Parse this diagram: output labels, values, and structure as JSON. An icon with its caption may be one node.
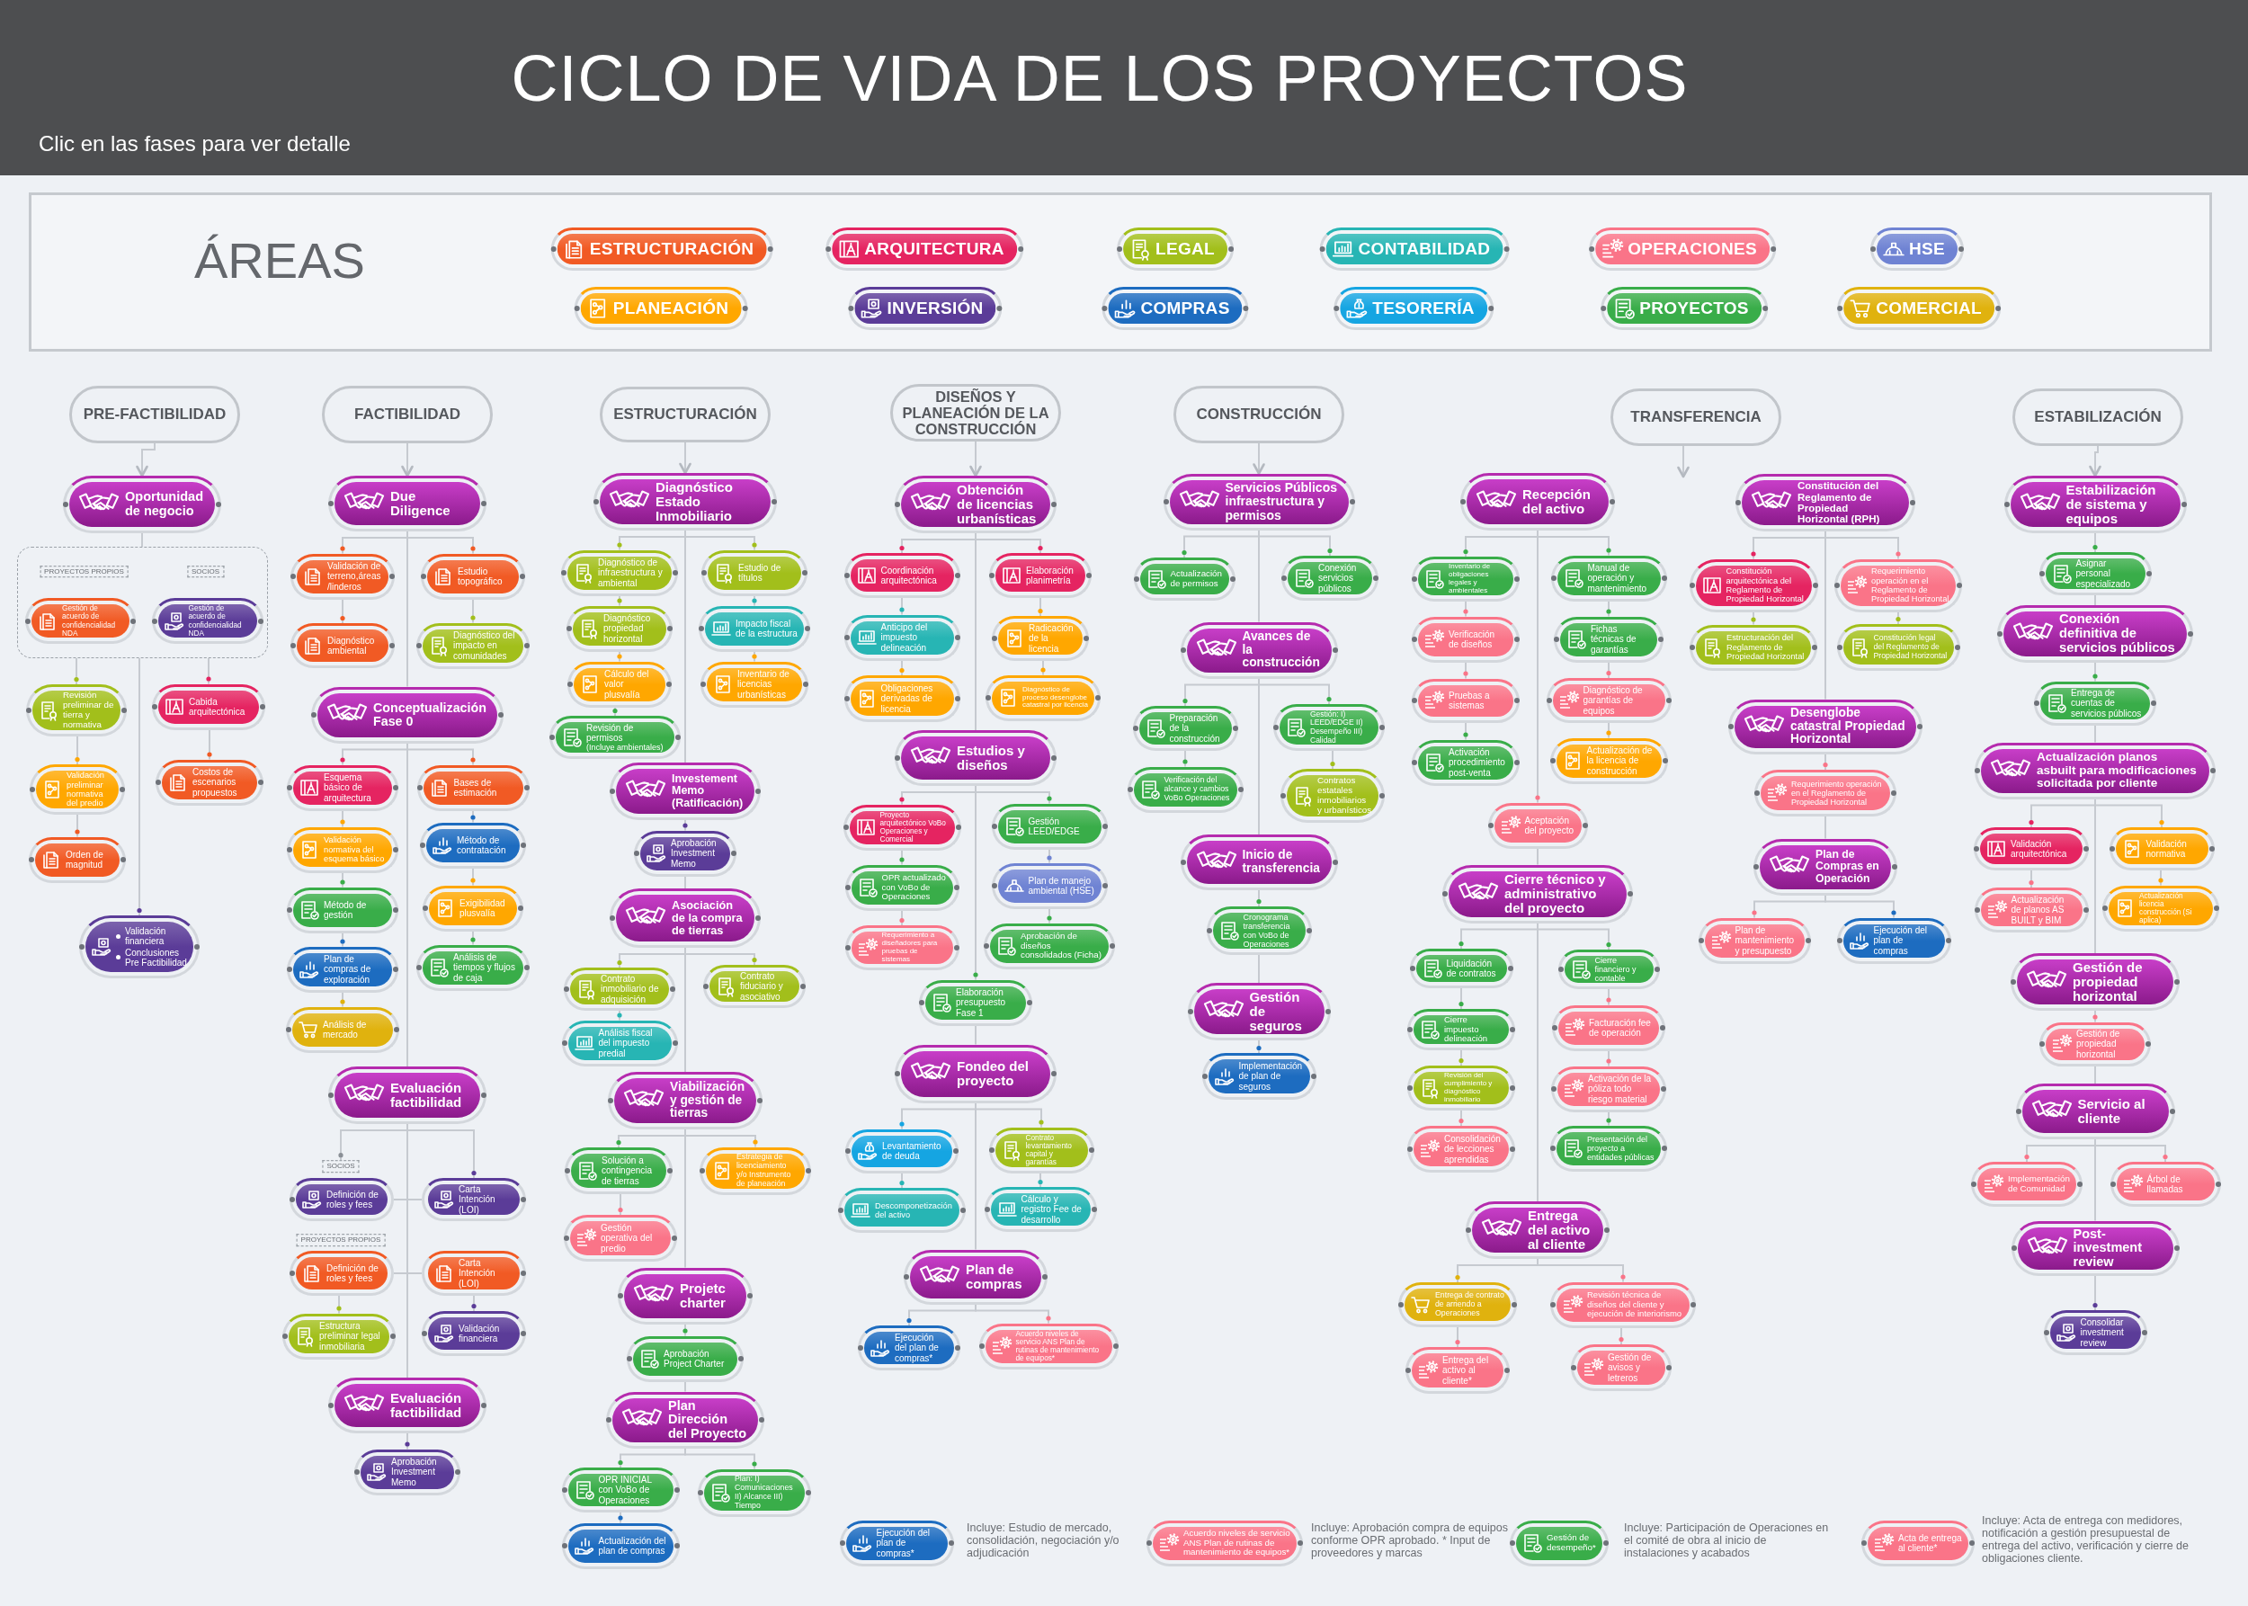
{
  "diagram": {
    "title": "CICLO DE VIDA DE LOS PROYECTOS",
    "nodes": [
      {
        "text": [
          "PRE-FACTIBILIDAD"
        ]
      },
      {
        "text": [
          "Oportunidad de negocio"
        ]
      },
      {
        "text": [],
        "shape": "box"
      },
      {
        "text": [
          "PROYECTOS PROPIOS"
        ],
        "in": 2
      },
      {
        "text": [
          "SOCIOS"
        ],
        "in": 2
      },
      {
        "text": [
          "Gestión de acuerdo de confidencialidad NDA"
        ],
        "in": 2
      },
      {
        "text": [
          "Gestión de acuerdo de confidencialidad NDA"
        ],
        "in": 2
      },
      {
        "text": [
          "Revisión preliminar de tierra y normativa"
        ]
      },
      {
        "text": [
          "Validación preliminar normativa del predio"
        ]
      },
      {
        "text": [
          "Orden de magnitud"
        ]
      },
      {
        "text": [
          "Cabida arquitectónica"
        ]
      },
      {
        "text": [
          "Costos de escenarios propuestos"
        ]
      },
      {
        "text": [
          "Validación financiera",
          "Conclusiones Pre Factibilidad"
        ]
      },
      {
        "text": [
          "FACTIBILIDAD"
        ]
      },
      {
        "text": [
          "Due Diligence"
        ]
      },
      {
        "text": [
          "Validación de terreno,áreas /linderos"
        ]
      },
      {
        "text": [
          "Diagnóstico ambiental"
        ]
      },
      {
        "text": [
          "Estudio topográfico"
        ]
      },
      {
        "text": [
          "Diagnóstico del impacto en comunidades"
        ]
      },
      {
        "text": [
          "Conceptualización Fase 0"
        ]
      },
      {
        "text": [
          "Esquema básico de arquitectura"
        ]
      },
      {
        "text": [
          "Validación normativa del esquema básico"
        ]
      },
      {
        "text": [
          "Método de gestión"
        ]
      },
      {
        "text": [
          "Plan de compras de exploración"
        ]
      },
      {
        "text": [
          "Análisis de mercado"
        ]
      },
      {
        "text": [
          "Bases de estimación"
        ]
      },
      {
        "text": [
          "Método de contratación"
        ]
      },
      {
        "text": [
          "Exigibilidad plusvalía"
        ]
      },
      {
        "text": [
          "Análisis de tiempos y flujos de caja"
        ]
      },
      {
        "text": [
          "Evaluación factibilidad"
        ]
      },
      {
        "text": [
          "SOCIOS"
        ]
      },
      {
        "text": [
          "Definición de roles y fees"
        ]
      },
      {
        "text": [
          "Carta Intención (LOI)"
        ]
      },
      {
        "text": [
          "PROYECTOS PROPIOS"
        ]
      },
      {
        "text": [
          "Definición de roles y fees"
        ]
      },
      {
        "text": [
          "Estructura preliminar legal inmobiliaria"
        ]
      },
      {
        "text": [
          "Carta Intención (LOI)"
        ]
      },
      {
        "text": [
          "Validación financiera"
        ]
      },
      {
        "text": [
          "Evaluación factibilidad"
        ]
      },
      {
        "text": [
          "Aprobación Investment Memo"
        ]
      },
      {
        "text": [
          "ESTRUCTURACIÓN"
        ]
      },
      {
        "text": [
          "Diagnóstico Estado Inmobiliario"
        ]
      },
      {
        "text": [
          "Diagnóstico de infraestructura y ambiental"
        ]
      },
      {
        "text": [
          "Diagnóstico propiedad horizontal"
        ]
      },
      {
        "text": [
          "Cálculo del valor plusvalía"
        ]
      },
      {
        "text": [
          "Revisión de permisos",
          "(Incluye ambientales)"
        ]
      },
      {
        "text": [
          "Estudio de títulos"
        ]
      },
      {
        "text": [
          "Impacto fiscal de la estructura"
        ]
      },
      {
        "text": [
          "Inventario de licencias urbanísticas"
        ]
      },
      {
        "text": [
          "Investement Memo (Ratificación)"
        ]
      },
      {
        "text": [
          "Aprobación Investment Memo"
        ]
      },
      {
        "text": [
          "Asociación de la compra de tierras"
        ]
      },
      {
        "text": [
          "Contrato inmobiliario de adquisición"
        ]
      },
      {
        "text": [
          "Análisis fiscal del impuesto predial"
        ]
      },
      {
        "text": [
          "Contrato fiduciario y asociativo"
        ]
      },
      {
        "text": [
          "Viabilización y gestión de tierras"
        ]
      },
      {
        "text": [
          "Solución a contingencia de tierras"
        ]
      },
      {
        "text": [
          "Gestión operativa del predio"
        ]
      },
      {
        "text": [
          "Estrategia de licenciamiento y/o Instrumento de planeación"
        ]
      },
      {
        "text": [
          "Projetc charter"
        ]
      },
      {
        "text": [
          "Aprobación Project Charter"
        ]
      },
      {
        "text": [
          "Plan Dirección del Proyecto"
        ]
      },
      {
        "text": [
          "OPR INICIAL con VoBo de Operaciones"
        ]
      },
      {
        "text": [
          "Actualización del plan de compras"
        ]
      },
      {
        "text": [
          "Plan: I) Comunicaciones II) Alcance III) Tiempo"
        ]
      },
      {
        "text": [
          "DISEÑOS Y PLANEACIÓN DE LA CONSTRUCCIÓN"
        ]
      },
      {
        "text": [
          "Obtención de licencias urbanísticas"
        ]
      },
      {
        "text": [
          "Coordinación arquitectónica"
        ]
      },
      {
        "text": [
          "Anticipo del impuesto delineación"
        ]
      },
      {
        "text": [
          "Obligaciones derivadas de licencia"
        ]
      },
      {
        "text": [
          "Elaboración planimetría"
        ]
      },
      {
        "text": [
          "Radicación de la licencia"
        ]
      },
      {
        "text": [
          "Diagnóstico de proceso desenglobe catastral por licencia"
        ]
      },
      {
        "text": [
          "Estudios y diseños"
        ]
      },
      {
        "text": [
          "Proyecto arquitectónico VoBo Operaciones y Comercial"
        ]
      },
      {
        "text": [
          "OPR actualizado con VoBo de Operaciones"
        ]
      },
      {
        "text": [
          "Requerimiento a diseñadores para pruebas de sistemas"
        ]
      },
      {
        "text": [
          "Gestión LEED/EDGE"
        ]
      },
      {
        "text": [
          "Plan de manejo ambiental (HSE)"
        ]
      },
      {
        "text": [
          "Aprobación de diseños consolidados (Ficha)"
        ]
      },
      {
        "text": [
          "Elaboración presupuesto Fase 1"
        ]
      },
      {
        "text": [
          "Fondeo del proyecto"
        ]
      },
      {
        "text": [
          "Levantamiento de deuda"
        ]
      },
      {
        "text": [
          "Descomponetización del activo"
        ]
      },
      {
        "text": [
          "Contrato levantamiento capital y garantías"
        ]
      },
      {
        "text": [
          "Cálculo y registro Fee de desarrollo"
        ]
      },
      {
        "text": [
          "Plan de compras"
        ]
      },
      {
        "text": [
          "Ejecución del plan de compras*"
        ]
      },
      {
        "text": [
          "Acuerdo niveles de servicio ANS Plan de rutinas de mantenimiento de equipos*"
        ]
      },
      {
        "text": [
          "CONSTRUCCIÓN"
        ]
      },
      {
        "text": [
          "Servicios Públicos infraestructura y permisos"
        ]
      },
      {
        "text": [
          "Actualización de permisos"
        ]
      },
      {
        "text": [
          "Conexión servicios públicos"
        ]
      },
      {
        "text": [
          "Avances de la construcción"
        ]
      },
      {
        "text": [
          "Preparación de la construcción"
        ]
      },
      {
        "text": [
          "Verificación del alcance y cambios VoBo Operaciones"
        ]
      },
      {
        "text": [
          "Gestión: I) LEED/EDGE II) Desempeño III) Calidad"
        ]
      },
      {
        "text": [
          "Contratos estatales inmobiliarios y urbanísticos"
        ]
      },
      {
        "text": [
          "Inicio de transferencia"
        ]
      },
      {
        "text": [
          "Cronograma transferencia con VoBo de Operaciones"
        ]
      },
      {
        "text": [
          "Gestión de seguros"
        ]
      },
      {
        "text": [
          "Implementación de plan de seguros"
        ]
      },
      {
        "text": [
          "TRANSFERENCIA"
        ]
      },
      {
        "text": [
          "Recepción del activo"
        ]
      },
      {
        "text": [
          "Inventario de obligaciones legales y ambientales"
        ]
      },
      {
        "text": [
          "Verificación de diseños"
        ]
      },
      {
        "text": [
          "Pruebas a sistemas"
        ]
      },
      {
        "text": [
          "Activación procedimiento post-venta"
        ]
      },
      {
        "text": [
          "Manual de operación y mantenimiento"
        ]
      },
      {
        "text": [
          "Fichas técnicas de garantías"
        ]
      },
      {
        "text": [
          "Diagnóstico de garantías de equipos"
        ]
      },
      {
        "text": [
          "Actualización de la licencia de construcción"
        ]
      },
      {
        "text": [
          "Aceptación del proyecto"
        ]
      },
      {
        "text": [
          "Cierre técnico y administrativo del proyecto"
        ]
      },
      {
        "text": [
          "Liquidación de contratos"
        ]
      },
      {
        "text": [
          "Cierre impuesto delineación"
        ]
      },
      {
        "text": [
          "Revisión del cumplimiento y diagnóstico inmobiliario"
        ]
      },
      {
        "text": [
          "Consolidación de lecciones aprendidas"
        ]
      },
      {
        "text": [
          "Cierre financiero y contable"
        ]
      },
      {
        "text": [
          "Facturación fee de operación"
        ]
      },
      {
        "text": [
          "Activación de la póliza todo riesgo material"
        ]
      },
      {
        "text": [
          "Presentación del proyecto a entidades públicas"
        ]
      },
      {
        "text": [
          "Entrega del activo al cliente"
        ]
      },
      {
        "text": [
          "Entrega de contrato de arriendo a Operaciones"
        ]
      },
      {
        "text": [
          "Entrega del activo al cliente*"
        ]
      },
      {
        "text": [
          "Revisión técnica de diseños del cliente y ejecución de interiorismo"
        ]
      },
      {
        "text": [
          "Gestión de avisos y letreros"
        ]
      },
      {
        "text": [
          "Constitución del Reglamento de Propiedad Horizontal (RPH)"
        ]
      },
      {
        "text": [
          "Constitución arquitectónica del Reglamento de Propiedad Horizontal"
        ]
      },
      {
        "text": [
          "Estructuración del Reglamento de Propiedad Horizontal"
        ]
      },
      {
        "text": [
          "Requerimiento operación en el Reglamento de Propiedad Horizontal"
        ]
      },
      {
        "text": [
          "Constitución legal del Reglamento de Propiedad Horizontal"
        ]
      },
      {
        "text": [
          "Desenglobe catastral Propiedad Horizontal"
        ]
      },
      {
        "text": [
          "Requerimiento operación en el Reglamento de Propiedad Horizontal"
        ]
      },
      {
        "text": [
          "Plan de Compras en Operación"
        ]
      },
      {
        "text": [
          "Plan de mantenimiento y presupuesto"
        ]
      },
      {
        "text": [
          "Ejecución del plan de compras"
        ]
      },
      {
        "text": [
          "ESTABILIZACIÓN"
        ]
      },
      {
        "text": [
          "Estabilización de sistema y equipos"
        ]
      },
      {
        "text": [
          "Asignar personal especializado"
        ]
      },
      {
        "text": [
          "Conexión definitiva de servicios públicos"
        ]
      },
      {
        "text": [
          "Entrega de cuentas de servicios públicos"
        ]
      },
      {
        "text": [
          "Actualización planos asbuilt para modificaciones solicitada por cliente"
        ]
      },
      {
        "text": [
          "Validación arquitectónica"
        ]
      },
      {
        "text": [
          "Actualización de planos AS BUILT y BIM"
        ]
      },
      {
        "text": [
          "Validación normativa"
        ]
      },
      {
        "text": [
          "Actualización licencia construcción (Si aplica)"
        ]
      },
      {
        "text": [
          "Gestión de propiedad horizontal"
        ]
      },
      {
        "text": [
          "Gestión de propiedad horizontal"
        ]
      },
      {
        "text": [
          "Servicio al cliente"
        ]
      },
      {
        "text": [
          "Implementación de Comunidad"
        ]
      },
      {
        "text": [
          "Árbol de llamadas"
        ]
      },
      {
        "text": [
          "Post-investment review"
        ]
      },
      {
        "text": [
          "Consolidar investment review"
        ]
      },
      {
        "text": [
          "Ejecución del plan de compras*"
        ],
        "beside": [
          "Incluye: Estudio de mercado, consolidación, negociación y/o adjudicación"
        ]
      },
      {
        "text": [
          "Acuerdo niveles de servicio ANS Plan de rutinas de mantenimiento de equipos*"
        ],
        "beside": [
          "Incluye: Aprobación compra de equipos conforme OPR aprobado. * Input de proveedores y marcas"
        ]
      },
      {
        "text": [
          "Gestión de desempeño*"
        ],
        "beside": [
          "Incluye: Participación de Operaciones en el comité de obra al inicio de instalaciones y acabados"
        ]
      },
      {
        "text": [
          "Acta de entrega al cliente*"
        ],
        "beside": [
          "Incluye: Acta de entrega con medidores, notificación a gestión presupuestal de entrega del activo, verificación y cierre de obligaciones cliente."
        ]
      }
    ],
    "edges": [
      {
        "from": 0,
        "to": 1,
        "arrow": "to"
      },
      {
        "from": 1,
        "to": 2,
        "arrow": "none"
      },
      {
        "from": 2,
        "to": 7,
        "arrow": "other"
      },
      {
        "from": 7,
        "to": 8,
        "arrow": "other"
      },
      {
        "from": 8,
        "to": 9,
        "arrow": "other"
      },
      {
        "from": 2,
        "to": 10,
        "arrow": "other"
      },
      {
        "from": 10,
        "to": 11,
        "arrow": "other"
      },
      {
        "from": 2,
        "to": 12,
        "arrow": "other"
      },
      {
        "from": 13,
        "to": 14,
        "arrow": "to"
      },
      {
        "from": 14,
        "to": 15,
        "arrow": "other"
      },
      {
        "from": 15,
        "to": 16,
        "arrow": "other"
      },
      {
        "from": 14,
        "to": 17,
        "arrow": "other"
      },
      {
        "from": 17,
        "to": 18,
        "arrow": "other"
      },
      {
        "from": 14,
        "to": 19,
        "arrow": "none"
      },
      {
        "from": 19,
        "to": 20,
        "arrow": "other"
      },
      {
        "from": 20,
        "to": 21,
        "arrow": "other"
      },
      {
        "from": 21,
        "to": 22,
        "arrow": "other"
      },
      {
        "from": 22,
        "to": 23,
        "arrow": "other"
      },
      {
        "from": 23,
        "to": 24,
        "arrow": "other"
      },
      {
        "from": 19,
        "to": 25,
        "arrow": "other"
      },
      {
        "from": 25,
        "to": 26,
        "arrow": "other"
      },
      {
        "from": 26,
        "to": 27,
        "arrow": "other"
      },
      {
        "from": 27,
        "to": 28,
        "arrow": "other"
      },
      {
        "from": 19,
        "to": 29,
        "arrow": "none"
      },
      {
        "from": 29,
        "to": 30,
        "arrow": "other"
      },
      {
        "from": 29,
        "to": 32,
        "arrow": "other"
      },
      {
        "from": 31,
        "to": 32,
        "arrow": "none"
      },
      {
        "from": 34,
        "to": 36,
        "arrow": "none"
      },
      {
        "from": 34,
        "to": 35,
        "arrow": "other"
      },
      {
        "from": 36,
        "to": 37,
        "arrow": "other"
      },
      {
        "from": 29,
        "to": 38,
        "arrow": "none"
      },
      {
        "from": 38,
        "to": 39,
        "arrow": "other"
      },
      {
        "from": 40,
        "to": 41,
        "arrow": "to"
      },
      {
        "from": 41,
        "to": 42,
        "arrow": "other"
      },
      {
        "from": 42,
        "to": 43,
        "arrow": "other"
      },
      {
        "from": 43,
        "to": 44,
        "arrow": "other"
      },
      {
        "from": 44,
        "to": 45,
        "arrow": "other"
      },
      {
        "from": 41,
        "to": 46,
        "arrow": "other"
      },
      {
        "from": 46,
        "to": 47,
        "arrow": "other"
      },
      {
        "from": 47,
        "to": 48,
        "arrow": "other"
      },
      {
        "from": 41,
        "to": 49,
        "arrow": "none"
      },
      {
        "from": 49,
        "to": 50,
        "arrow": "other"
      },
      {
        "from": 50,
        "to": 51,
        "arrow": "none"
      },
      {
        "from": 51,
        "to": 52,
        "arrow": "other"
      },
      {
        "from": 52,
        "to": 53,
        "arrow": "other"
      },
      {
        "from": 51,
        "to": 54,
        "arrow": "other"
      },
      {
        "from": 51,
        "to": 55,
        "arrow": "none"
      },
      {
        "from": 55,
        "to": 56,
        "arrow": "other"
      },
      {
        "from": 56,
        "to": 57,
        "arrow": "other"
      },
      {
        "from": 55,
        "to": 58,
        "arrow": "other"
      },
      {
        "from": 55,
        "to": 59,
        "arrow": "none"
      },
      {
        "from": 59,
        "to": 60,
        "arrow": "other"
      },
      {
        "from": 60,
        "to": 61,
        "arrow": "none"
      },
      {
        "from": 61,
        "to": 62,
        "arrow": "other"
      },
      {
        "from": 62,
        "to": 63,
        "arrow": "other"
      },
      {
        "from": 61,
        "to": 64,
        "arrow": "other"
      },
      {
        "from": 65,
        "to": 66,
        "arrow": "to"
      },
      {
        "from": 66,
        "to": 67,
        "arrow": "other"
      },
      {
        "from": 67,
        "to": 68,
        "arrow": "other"
      },
      {
        "from": 68,
        "to": 69,
        "arrow": "other"
      },
      {
        "from": 66,
        "to": 70,
        "arrow": "other"
      },
      {
        "from": 70,
        "to": 71,
        "arrow": "other"
      },
      {
        "from": 71,
        "to": 72,
        "arrow": "other"
      },
      {
        "from": 66,
        "to": 73,
        "arrow": "none"
      },
      {
        "from": 73,
        "to": 74,
        "arrow": "other"
      },
      {
        "from": 74,
        "to": 75,
        "arrow": "other"
      },
      {
        "from": 75,
        "to": 76,
        "arrow": "other"
      },
      {
        "from": 73,
        "to": 77,
        "arrow": "other"
      },
      {
        "from": 77,
        "to": 78,
        "arrow": "other"
      },
      {
        "from": 78,
        "to": 79,
        "arrow": "other"
      },
      {
        "from": 73,
        "to": 80,
        "arrow": "other"
      },
      {
        "from": 80,
        "to": 81,
        "arrow": "none"
      },
      {
        "from": 81,
        "to": 82,
        "arrow": "other"
      },
      {
        "from": 82,
        "to": 83,
        "arrow": "other"
      },
      {
        "from": 81,
        "to": 84,
        "arrow": "other"
      },
      {
        "from": 84,
        "to": 85,
        "arrow": "other"
      },
      {
        "from": 81,
        "to": 86,
        "arrow": "none"
      },
      {
        "from": 86,
        "to": 87,
        "arrow": "other"
      },
      {
        "from": 86,
        "to": 88,
        "arrow": "other"
      },
      {
        "from": 89,
        "to": 90,
        "arrow": "to"
      },
      {
        "from": 90,
        "to": 91,
        "arrow": "other"
      },
      {
        "from": 90,
        "to": 92,
        "arrow": "other"
      },
      {
        "from": 90,
        "to": 93,
        "arrow": "none"
      },
      {
        "from": 93,
        "to": 94,
        "arrow": "other"
      },
      {
        "from": 94,
        "to": 95,
        "arrow": "other"
      },
      {
        "from": 93,
        "to": 96,
        "arrow": "other"
      },
      {
        "from": 96,
        "to": 97,
        "arrow": "other"
      },
      {
        "from": 93,
        "to": 98,
        "arrow": "none"
      },
      {
        "from": 98,
        "to": 99,
        "arrow": "other"
      },
      {
        "from": 99,
        "to": 100,
        "arrow": "none"
      },
      {
        "from": 100,
        "to": 101,
        "arrow": "other"
      },
      {
        "from": 102,
        "to": null,
        "arrow": "to"
      },
      {
        "from": 103,
        "to": 104,
        "arrow": "other"
      },
      {
        "from": 104,
        "to": 105,
        "arrow": "other"
      },
      {
        "from": 105,
        "to": 106,
        "arrow": "other"
      },
      {
        "from": 106,
        "to": 107,
        "arrow": "other"
      },
      {
        "from": 103,
        "to": 108,
        "arrow": "other"
      },
      {
        "from": 108,
        "to": 109,
        "arrow": "other"
      },
      {
        "from": 109,
        "to": 110,
        "arrow": "other"
      },
      {
        "from": 110,
        "to": 111,
        "arrow": "other"
      },
      {
        "from": 103,
        "to": 112,
        "arrow": "other"
      },
      {
        "from": 112,
        "to": 113,
        "arrow": "none"
      },
      {
        "from": 113,
        "to": 114,
        "arrow": "other"
      },
      {
        "from": 114,
        "to": 115,
        "arrow": "other"
      },
      {
        "from": 115,
        "to": 116,
        "arrow": "other"
      },
      {
        "from": 116,
        "to": 117,
        "arrow": "other"
      },
      {
        "from": 113,
        "to": 118,
        "arrow": "other"
      },
      {
        "from": 118,
        "to": 119,
        "arrow": "other"
      },
      {
        "from": 119,
        "to": 120,
        "arrow": "other"
      },
      {
        "from": 120,
        "to": 121,
        "arrow": "other"
      },
      {
        "from": 113,
        "to": 122,
        "arrow": "none"
      },
      {
        "from": 122,
        "to": 123,
        "arrow": "other"
      },
      {
        "from": 123,
        "to": 124,
        "arrow": "other"
      },
      {
        "from": 122,
        "to": 125,
        "arrow": "other"
      },
      {
        "from": 125,
        "to": 126,
        "arrow": "other"
      },
      {
        "from": 127,
        "to": 128,
        "arrow": "other"
      },
      {
        "from": 128,
        "to": 129,
        "arrow": "other"
      },
      {
        "from": 127,
        "to": 130,
        "arrow": "other"
      },
      {
        "from": 130,
        "to": 131,
        "arrow": "other"
      },
      {
        "from": 127,
        "to": 132,
        "arrow": "none"
      },
      {
        "from": 132,
        "to": 133,
        "arrow": "other"
      },
      {
        "from": 133,
        "to": 134,
        "arrow": "none"
      },
      {
        "from": 134,
        "to": 135,
        "arrow": "other"
      },
      {
        "from": 134,
        "to": 136,
        "arrow": "other"
      },
      {
        "from": 137,
        "to": 138,
        "arrow": "to"
      },
      {
        "from": 138,
        "to": 139,
        "arrow": "other"
      },
      {
        "from": 139,
        "to": 140,
        "arrow": "none"
      },
      {
        "from": 140,
        "to": 141,
        "arrow": "other"
      },
      {
        "from": 141,
        "to": 142,
        "arrow": "none"
      },
      {
        "from": 142,
        "to": 143,
        "arrow": "other"
      },
      {
        "from": 143,
        "to": 144,
        "arrow": "other"
      },
      {
        "from": 142,
        "to": 145,
        "arrow": "other"
      },
      {
        "from": 145,
        "to": 146,
        "arrow": "other"
      },
      {
        "from": 142,
        "to": 147,
        "arrow": "none"
      },
      {
        "from": 147,
        "to": 148,
        "arrow": "other"
      },
      {
        "from": 148,
        "to": 149,
        "arrow": "none"
      },
      {
        "from": 149,
        "to": 150,
        "arrow": "other"
      },
      {
        "from": 149,
        "to": 151,
        "arrow": "other"
      },
      {
        "from": 149,
        "to": 152,
        "arrow": "none"
      },
      {
        "from": 152,
        "to": 153,
        "arrow": "other"
      }
    ],
    "labels": [
      "Clic en las fases para ver detalle",
      "ÁREAS"
    ],
    "legend": [
      {
        "text": "ESTRUCTURACIÓN",
        "color": "#f15a24"
      },
      {
        "text": "ARQUITECTURA",
        "color": "#e52461"
      },
      {
        "text": "LEGAL",
        "color": "#a2bf1b"
      },
      {
        "text": "CONTABILIDAD",
        "color": "#27b5b4"
      },
      {
        "text": "OPERACIONES",
        "color": "#fa7488"
      },
      {
        "text": "HSE",
        "color": "#6f83d3"
      },
      {
        "text": "PLANEACIÓN",
        "color": "#ffa700"
      },
      {
        "text": "INVERSIÓN",
        "color": "#5b3c98"
      },
      {
        "text": "COMPRAS",
        "color": "#1d6cc0"
      },
      {
        "text": "TESORERÍA",
        "color": "#15a5e2"
      },
      {
        "text": "PROYECTOS",
        "color": "#39ad49"
      },
      {
        "text": "COMERCIAL",
        "color": "#e0b20e"
      }
    ]
  }
}
